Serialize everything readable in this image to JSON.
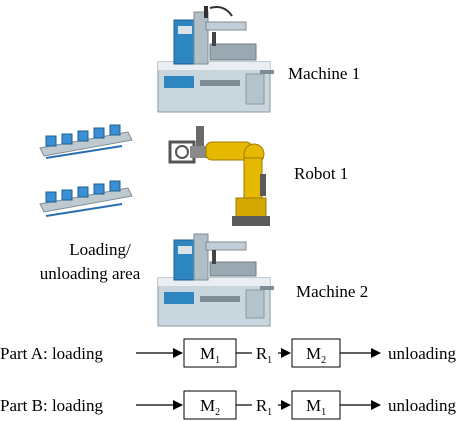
{
  "labels": {
    "machine1": "Machine 1",
    "robot1": "Robot 1",
    "machine2": "Machine 2",
    "area_line1": "Loading/",
    "area_line2": "unloading area"
  },
  "flows": [
    {
      "part": "Part A: loading",
      "box1": {
        "main": "M",
        "sub": "1"
      },
      "transfer": {
        "main": "R",
        "sub": "1"
      },
      "box2": {
        "main": "M",
        "sub": "2"
      },
      "end": "unloading"
    },
    {
      "part": "Part B: loading",
      "box1": {
        "main": "M",
        "sub": "2"
      },
      "transfer": {
        "main": "R",
        "sub": "1"
      },
      "box2": {
        "main": "M",
        "sub": "1"
      },
      "end": "unloading"
    }
  ],
  "colors": {
    "machine_body": "#d9e4ea",
    "machine_blue": "#2e86c1",
    "robot_yellow": "#e6b800",
    "robot_dark": "#5a5a5a",
    "pallet_blue": "#3b8fd6"
  }
}
